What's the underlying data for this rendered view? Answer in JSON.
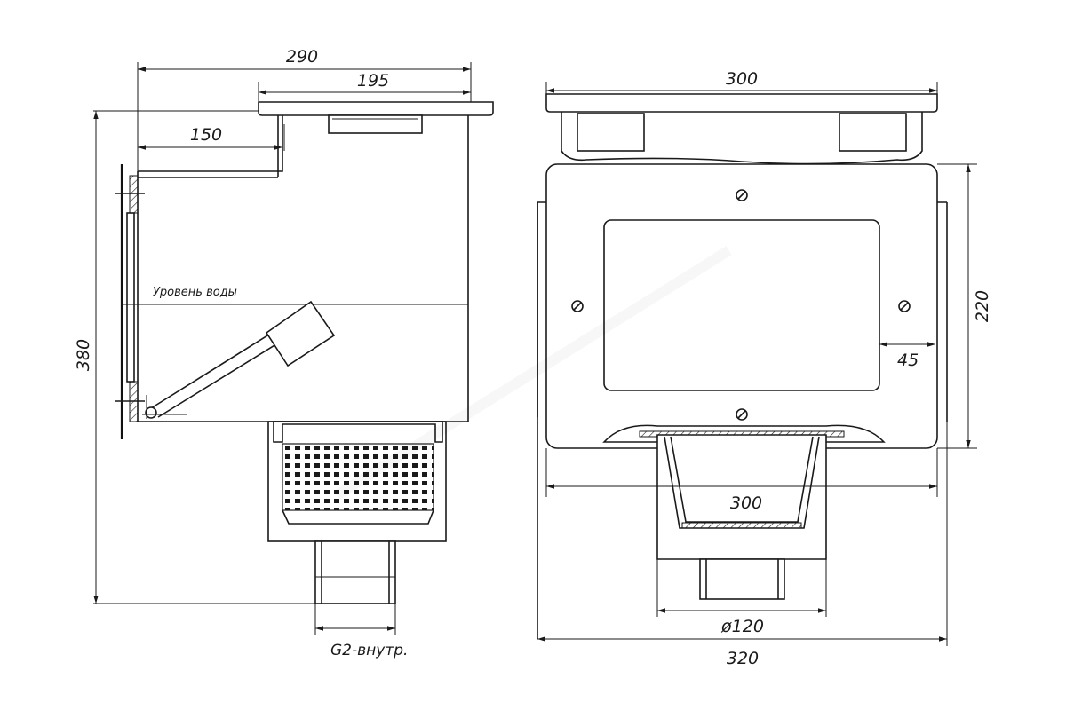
{
  "side_view": {
    "dim_total_width": "290",
    "dim_lid_width": "195",
    "dim_inner_150": "150",
    "dim_height": "380",
    "water_level_label": "Уровень воды",
    "thread_label": "G2-внутр."
  },
  "front_view": {
    "dim_top_width": "300",
    "dim_flange_height": "220",
    "dim_margin_45": "45",
    "dim_bottom_width_300": "300",
    "dim_diameter": "ø120",
    "dim_total_width_320": "320"
  }
}
